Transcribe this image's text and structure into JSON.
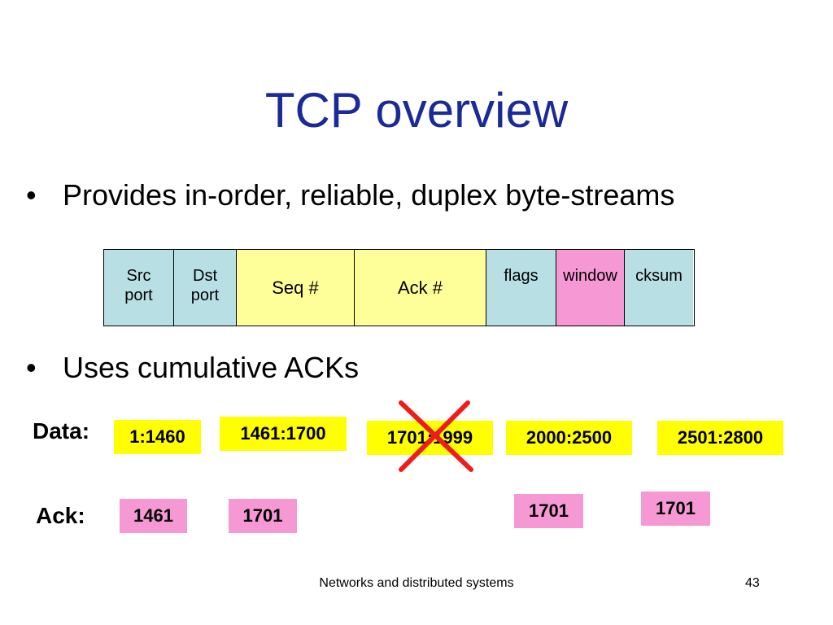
{
  "title": "TCP overview",
  "bullets": [
    "Provides in-order, reliable, duplex byte-streams",
    "Uses cumulative ACKs"
  ],
  "bullet_symbol": "•",
  "header_fields": [
    {
      "label": "Src\nport",
      "color": "#b8e0e4"
    },
    {
      "label": "Dst\nport",
      "color": "#b8e0e4"
    },
    {
      "label": "Seq #",
      "color": "#ffff99"
    },
    {
      "label": "Ack #",
      "color": "#ffff99"
    },
    {
      "label": "flags",
      "color": "#b8e0e4"
    },
    {
      "label": "window",
      "color": "#f598d4"
    },
    {
      "label": "cksum",
      "color": "#b8e0e4"
    }
  ],
  "data_label": "Data:",
  "data_segments": [
    {
      "label": "1:1460",
      "lost": false
    },
    {
      "label": "1461:1700",
      "lost": false
    },
    {
      "label": "1701:1999",
      "lost": true
    },
    {
      "label": "2000:2500",
      "lost": false
    },
    {
      "label": "2501:2800",
      "lost": false
    }
  ],
  "ack_label": "Ack:",
  "acks": [
    "1461",
    "1701",
    "1701",
    "1701"
  ],
  "colors": {
    "title": "#1b2a96",
    "segment": "#ffff00",
    "ack": "#f598d4",
    "loss_mark": "#ee1c1c"
  },
  "footer": {
    "text": "Networks and distributed systems",
    "page_number": "43"
  }
}
